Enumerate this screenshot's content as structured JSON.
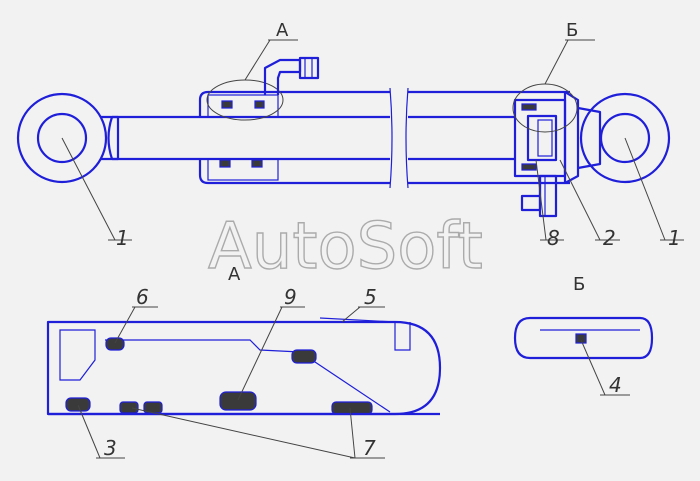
{
  "view_labels": {
    "a_top": "А",
    "b_top": "Б",
    "a_detail": "А",
    "b_detail": "Б"
  },
  "callouts": {
    "c1_left": "1",
    "c1_right": "1",
    "c2": "2",
    "c3": "3",
    "c4": "4",
    "c5": "5",
    "c6": "6",
    "c7": "7",
    "c8": "8",
    "c9": "9"
  },
  "watermark": "AutoSoft",
  "colors": {
    "outline": "#1f1fd9",
    "hatch": "#555555",
    "seal": "#3a3a3a",
    "background": "#f2f2f2"
  }
}
